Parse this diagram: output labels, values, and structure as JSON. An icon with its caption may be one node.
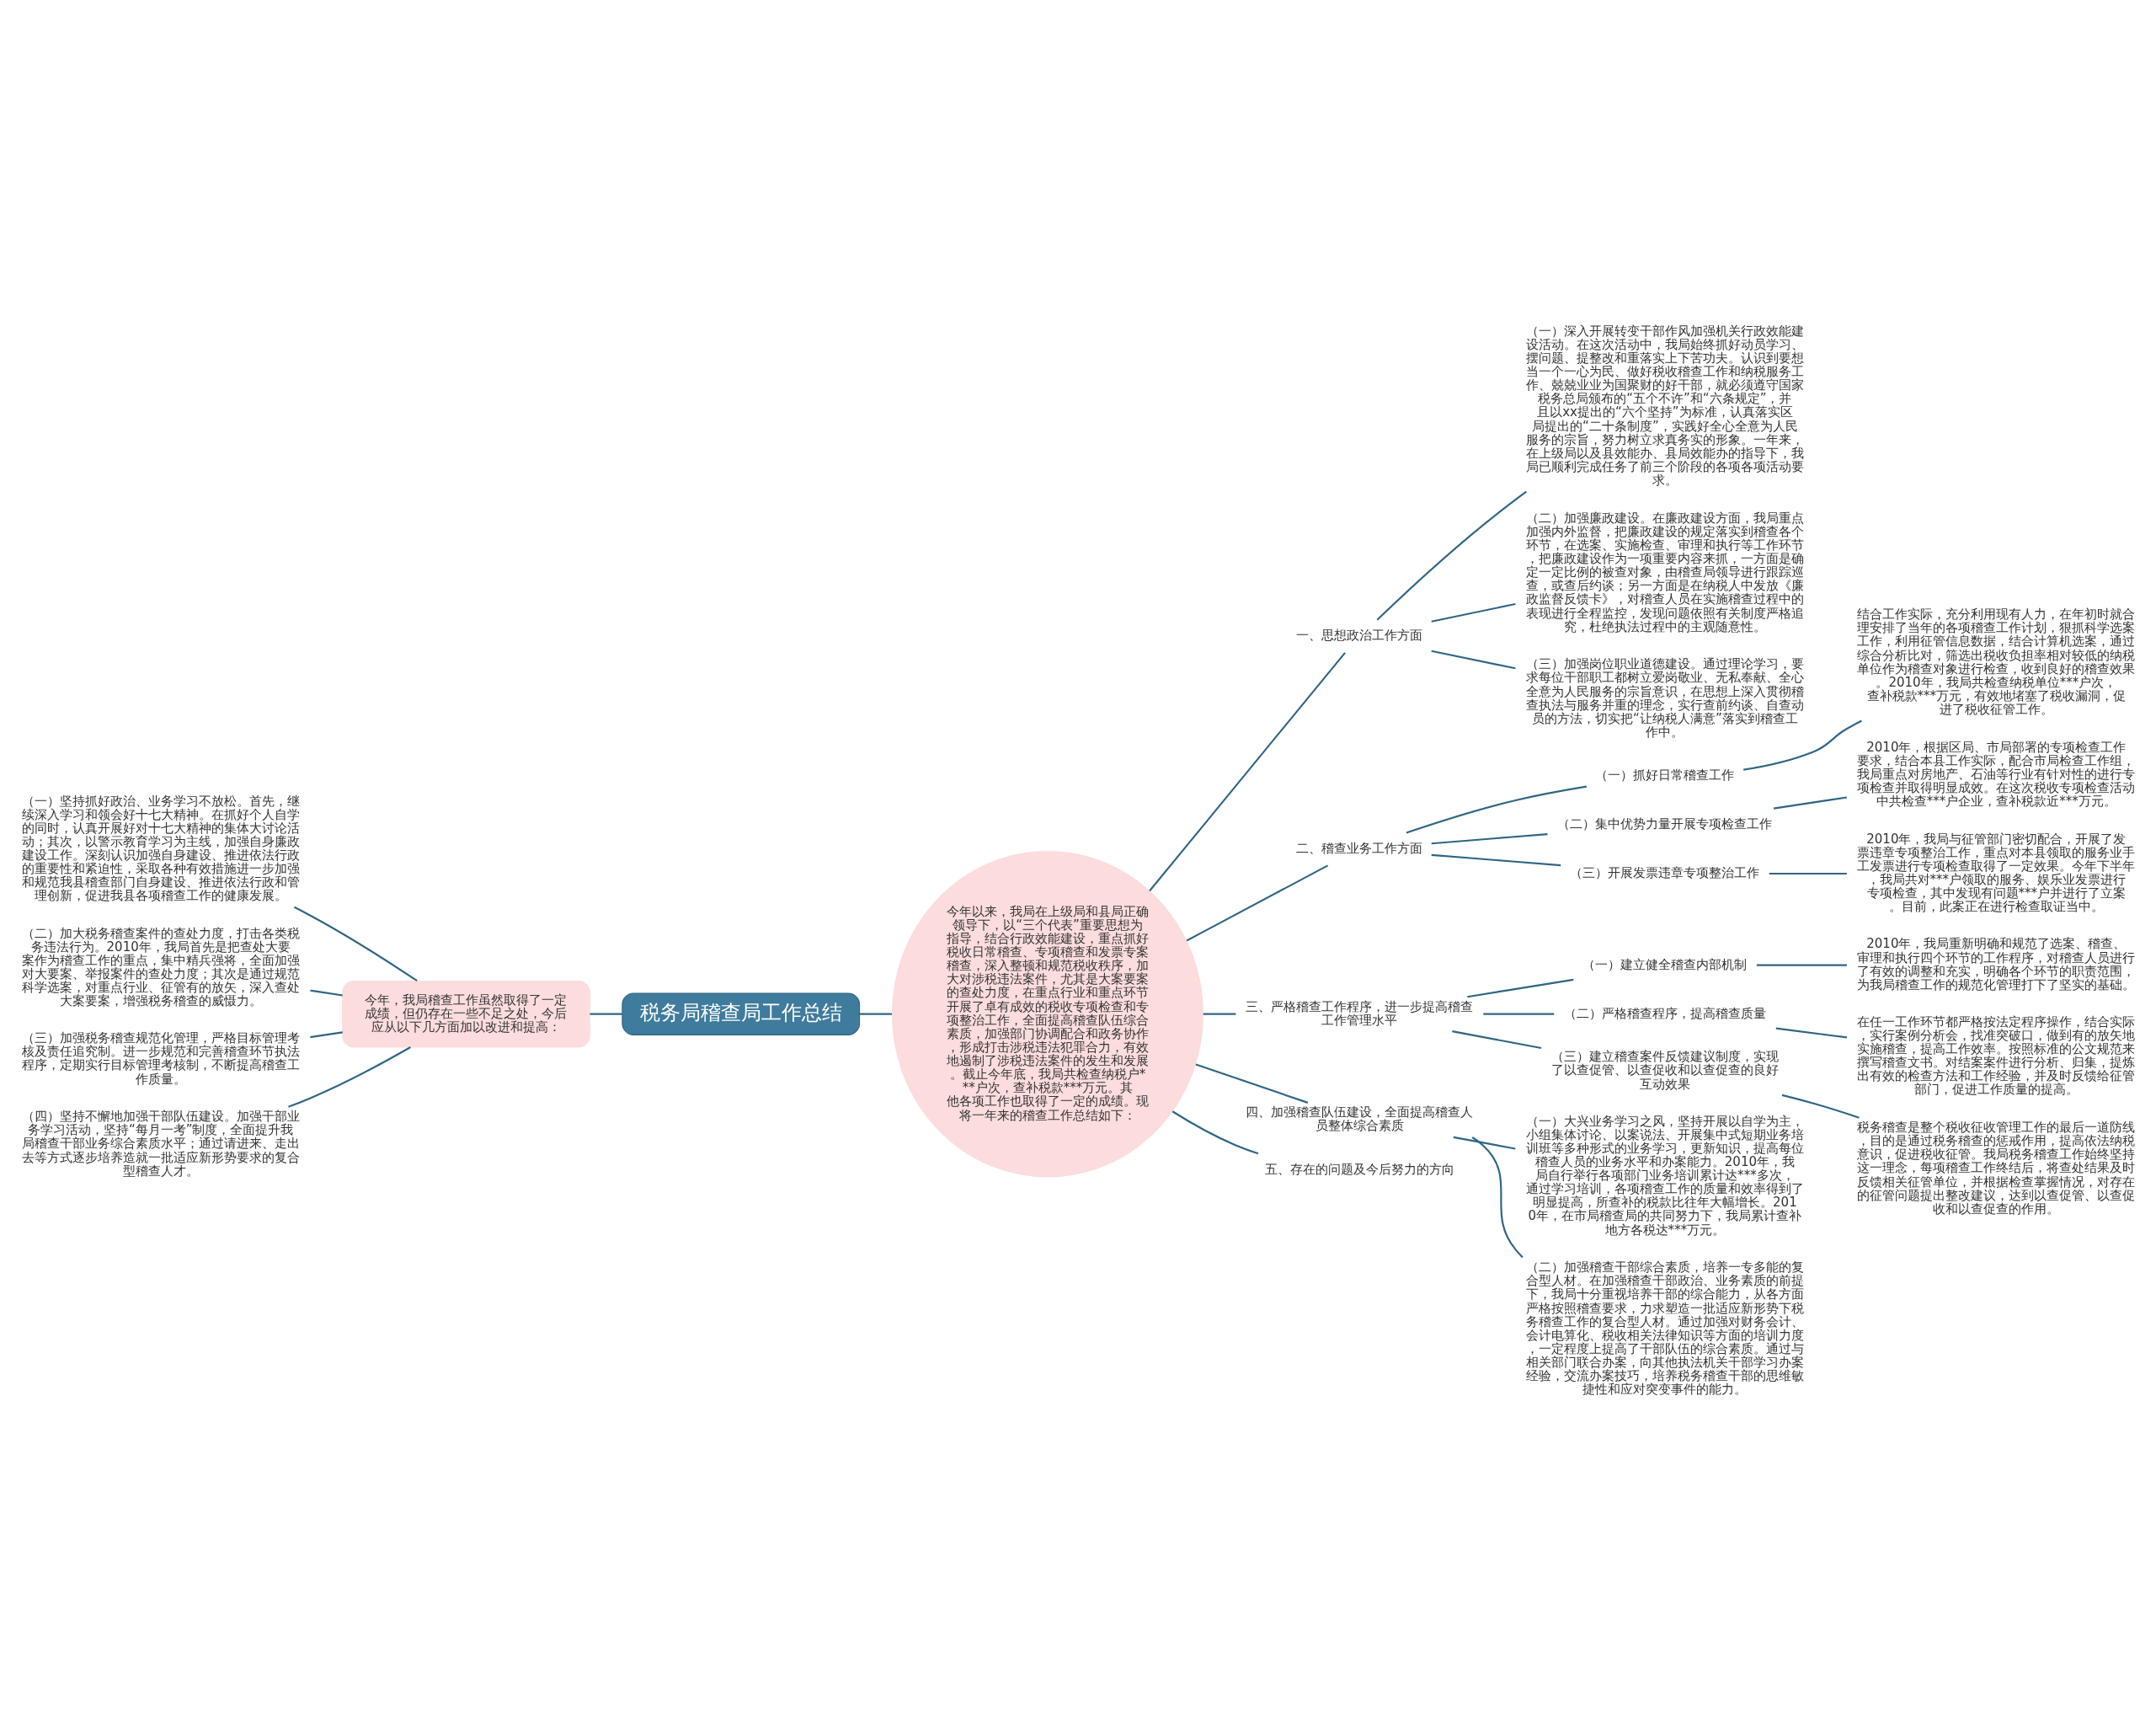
{
  "diagram": {
    "nodes": [
      {
        "text": [
          "税务局稽查局工作总结"
        ]
      },
      {
        "text": [
          "今年，我局稽查工作虽然取得了一定成绩，但仍存在一些不足之处，今后应从以下几方面加以改进和提高："
        ]
      },
      {
        "text": [
          "（一）坚持抓好政治、业务学习不放松。首先，继续深入学习和领会好十七大精神。在抓好个人自学的同时，认真开展好对十七大精神的集体大讨论活动；其次，以警示教育学习为主线，加强自身廉政建设工作。深刻认识加强自身建设、推进依法行政的重要性和紧迫性，采取各种有效措施进一步加强和规范我县稽查部门自身建设、推进依法行政和管理创新，促进我县各项稽查工作的健康发展。"
        ]
      },
      {
        "text": [
          "（二）加大税务稽查案件的查处力度，打击各类税务违法行为。2010年，我局首先是把查处大要案作为稽查工作的重点，集中精兵强将，全面加强对大要案、举报案件的查处力度；其次是通过规范科学选案，对重点行业、征管有的放矢，深入查处大案要案，增强税务稽查的威慑力。"
        ]
      },
      {
        "text": [
          "（三）加强税务稽查规范化管理，严格目标管理考核及责任追究制。进一步规范和完善稽查环节执法程序，定期实行目标管理考核制，不断提高稽查工作质量。"
        ]
      },
      {
        "text": [
          "（四）坚持不懈地加强干部队伍建设。加强干部业务学习活动，坚持“每月一考”制度，全面提升我局稽查干部业务综合素质水平；通过请进来、走出去等方式逐步培养造就一批适应新形势要求的复合型稽查人才。"
        ]
      },
      {
        "text": [
          "今年以来，我局在上级局和县局正确领导下，以“三个代表”重要思想为指导，结合行政效能建设，重点抓好税收日常稽查、专项稽查和发票专案稽查，深入整顿和规范税收秩序，加大对涉税违法案件，尤其是大案要案的查处力度，在重点行业和重点环节开展了卓有成效的税收专项检查和专项整治工作，全面提高稽查队伍综合素质，加强部门协调配合和政务协作，形成打击涉税违法犯罪合力，有效地遏制了涉税违法案件的发生和发展。截止今年底，我局共检查纳税户***户次，查补税款***万元。其他各项工作也取得了一定的成绩。现将一年来的稽查工作总结如下："
        ]
      },
      {
        "text": [
          "一、思想政治工作方面"
        ]
      },
      {
        "text": [
          "（一）深入开展转变干部作风加强机关行政效能建设活动。在这次活动中，我局始终抓好动员学习、摆问题、提整改和重落实上下苦功夫。认识到要想当一个一心为民、做好税收稽查工作和纳税服务工作、兢兢业业为国聚财的好干部，就必须遵守国家税务总局颁布的“五个不许”和“六条规定”，并且以xx提出的“六个坚持”为标准，认真落实区局提出的“二十条制度”，实践好全心全意为人民服务的宗旨，努力树立求真务实的形象。一年来，在上级局以及县效能办、县局效能办的指导下，我局已顺利完成任务了前三个阶段的各项各项活动要求。"
        ]
      },
      {
        "text": [
          "（二）加强廉政建设。在廉政建设方面，我局重点加强内外监督，把廉政建设的规定落实到稽查各个环节，在选案、实施检查、审理和执行等工作环节，把廉政建设作为一项重要内容来抓，一方面是确定一定比例的被查对象，由稽查局领导进行跟踪巡查，或查后约谈；另一方面是在纳税人中发放《廉政监督反馈卡》，对稽查人员在实施稽查过程中的表现进行全程监控，发现问题依照有关制度严格追究，杜绝执法过程中的主观随意性。"
        ]
      },
      {
        "text": [
          "（三）加强岗位职业道德建设。通过理论学习，要求每位干部职工都树立爱岗敬业、无私奉献、全心全意为人民服务的宗旨意识，在思想上深入贯彻稽查执法与服务并重的理念，实行查前约谈、自查动员的方法，切实把“让纳税人满意”落实到稽查工作中。"
        ]
      },
      {
        "text": [
          "二、稽查业务工作方面"
        ]
      },
      {
        "text": [
          "（一）抓好日常稽查工作"
        ]
      },
      {
        "text": [
          "结合工作实际，充分利用现有人力，在年初时就合理安排了当年的各项稽查工作计划，狠抓科学选案工作，利用征管信息数据，结合计算机选案，通过综合分析比对，筛选出税收负担率相对较低的纳税单位作为稽查对象进行检查，收到良好的稽查效果。2010年，我局共检查纳税单位***户次，查补税款***万元，有效地堵塞了税收漏洞，促进了税收征管工作。"
        ]
      },
      {
        "text": [
          "（二）集中优势力量开展专项检查工作"
        ]
      },
      {
        "text": [
          "2010年，根据区局、市局部署的专项检查工作要求，结合本县工作实际，配合市局检查工作组，我局重点对房地产、石油等行业有针对性的进行专项检查并取得明显成效。在这次税收专项检查活动中共检查***户企业，查补税款近***万元。"
        ]
      },
      {
        "text": [
          "（三）开展发票违章专项整治工作"
        ]
      },
      {
        "text": [
          "2010年，我局与征管部门密切配合，开展了发票违章专项整治工作，重点对本县领取的服务业手工发票进行专项检查取得了一定效果。今年下半年，我局共对***户领取的服务、娱乐业发票进行专项检查，其中发现有问题***户并进行了立案。目前，此案正在进行检查取证当中。"
        ]
      },
      {
        "text": [
          "三、严格稽查工作程序，进一步提高稽查工作管理水平"
        ]
      },
      {
        "text": [
          "（一）建立健全稽查内部机制"
        ]
      },
      {
        "text": [
          "2010年，我局重新明确和规范了选案、稽查、审理和执行四个环节的工作程序，对稽查人员进行了有效的调整和充实，明确各个环节的职责范围，为我局稽查工作的规范化管理打下了坚实的基础。"
        ]
      },
      {
        "text": [
          "（二）严格稽查程序，提高稽查质量"
        ]
      },
      {
        "text": [
          "在任一工作环节都严格按法定程序操作，结合实际，实行案例分析会，找准突破口，做到有的放矢地实施稽查，提高工作效率。按照标准的公文规范来撰写稽查文书。对结案案件进行分析、归集，提炼出有效的检查方法和工作经验，并及时反馈给征管部门，促进工作质量的提高。"
        ]
      },
      {
        "text": [
          "（三）建立稽查案件反馈建议制度，实现了以查促管、以查促收和以查促查的良好互动效果"
        ]
      },
      {
        "text": [
          "税务稽查是整个税收征收管理工作的最后一道防线，目的是通过税务稽查的惩戒作用，提高依法纳税意识，促进税收征管。我局税务稽查工作始终坚持这一理念，每项稽查工作终结后，将查处结果及时反馈相关征管单位，并根据检查掌握情况，对存在的征管问题提出整改建议，达到以查促管、以查促收和以查促查的作用。"
        ]
      },
      {
        "text": [
          "四、加强稽查队伍建设，全面提高稽查人员整体综合素质"
        ]
      },
      {
        "text": [
          "（一）大兴业务学习之风，坚持开展以自学为主，小组集体讨论、以案说法、开展集中式短期业务培训班等多种形式的业务学习，更新知识，提高每位稽查人员的业务水平和办案能力。2010年，我局自行举行各项部门业务培训累计达***多次，通过学习培训，各项稽查工作的质量和效率得到了明显提高，所查补的税款比往年大幅增长。2010年，在市局稽查局的共同努力下，我局累计查补地方各税达***万元。"
        ]
      },
      {
        "text": [
          "（二）加强稽查干部综合素质，培养一专多能的复合型人材。在加强稽查干部政治、业务素质的前提下，我局十分重视培养干部的综合能力，从各方面严格按照稽查要求，力求塑造一批适应新形势下税务稽查工作的复合型人材。通过加强对财务会计、会计电算化、税收相关法律知识等方面的培训力度，一定程度上提高了干部队伍的综合素质。通过与相关部门联合办案，向其他执法机关干部学习办案经验，交流办案技巧，培养税务稽查干部的思维敏捷性和应对突变事件的能力。"
        ]
      },
      {
        "text": [
          "五、存在的问题及今后努力的方向"
        ]
      }
    ],
    "edges": [
      {
        "from": 0,
        "to": 1,
        "arrow": "none"
      },
      {
        "from": 1,
        "to": 2,
        "arrow": "none"
      },
      {
        "from": 1,
        "to": 3,
        "arrow": "none"
      },
      {
        "from": 1,
        "to": 4,
        "arrow": "none"
      },
      {
        "from": 1,
        "to": 5,
        "arrow": "none"
      },
      {
        "from": 0,
        "to": 6,
        "arrow": "none"
      },
      {
        "from": 6,
        "to": 7,
        "arrow": "none"
      },
      {
        "from": 7,
        "to": 8,
        "arrow": "none"
      },
      {
        "from": 7,
        "to": 9,
        "arrow": "none"
      },
      {
        "from": 7,
        "to": 10,
        "arrow": "none"
      },
      {
        "from": 6,
        "to": 11,
        "arrow": "none"
      },
      {
        "from": 11,
        "to": 12,
        "arrow": "none"
      },
      {
        "from": 12,
        "to": 13,
        "arrow": "none"
      },
      {
        "from": 11,
        "to": 14,
        "arrow": "none"
      },
      {
        "from": 14,
        "to": 15,
        "arrow": "none"
      },
      {
        "from": 11,
        "to": 16,
        "arrow": "none"
      },
      {
        "from": 16,
        "to": 17,
        "arrow": "none"
      },
      {
        "from": 6,
        "to": 18,
        "arrow": "none"
      },
      {
        "from": 18,
        "to": 19,
        "arrow": "none"
      },
      {
        "from": 19,
        "to": 20,
        "arrow": "none"
      },
      {
        "from": 18,
        "to": 21,
        "arrow": "none"
      },
      {
        "from": 21,
        "to": 22,
        "arrow": "none"
      },
      {
        "from": 18,
        "to": 23,
        "arrow": "none"
      },
      {
        "from": 23,
        "to": 24,
        "arrow": "none"
      },
      {
        "from": 6,
        "to": 25,
        "arrow": "none"
      },
      {
        "from": 25,
        "to": 26,
        "arrow": "none"
      },
      {
        "from": 25,
        "to": 27,
        "arrow": "none"
      },
      {
        "from": 6,
        "to": 28,
        "arrow": "none"
      }
    ]
  }
}
